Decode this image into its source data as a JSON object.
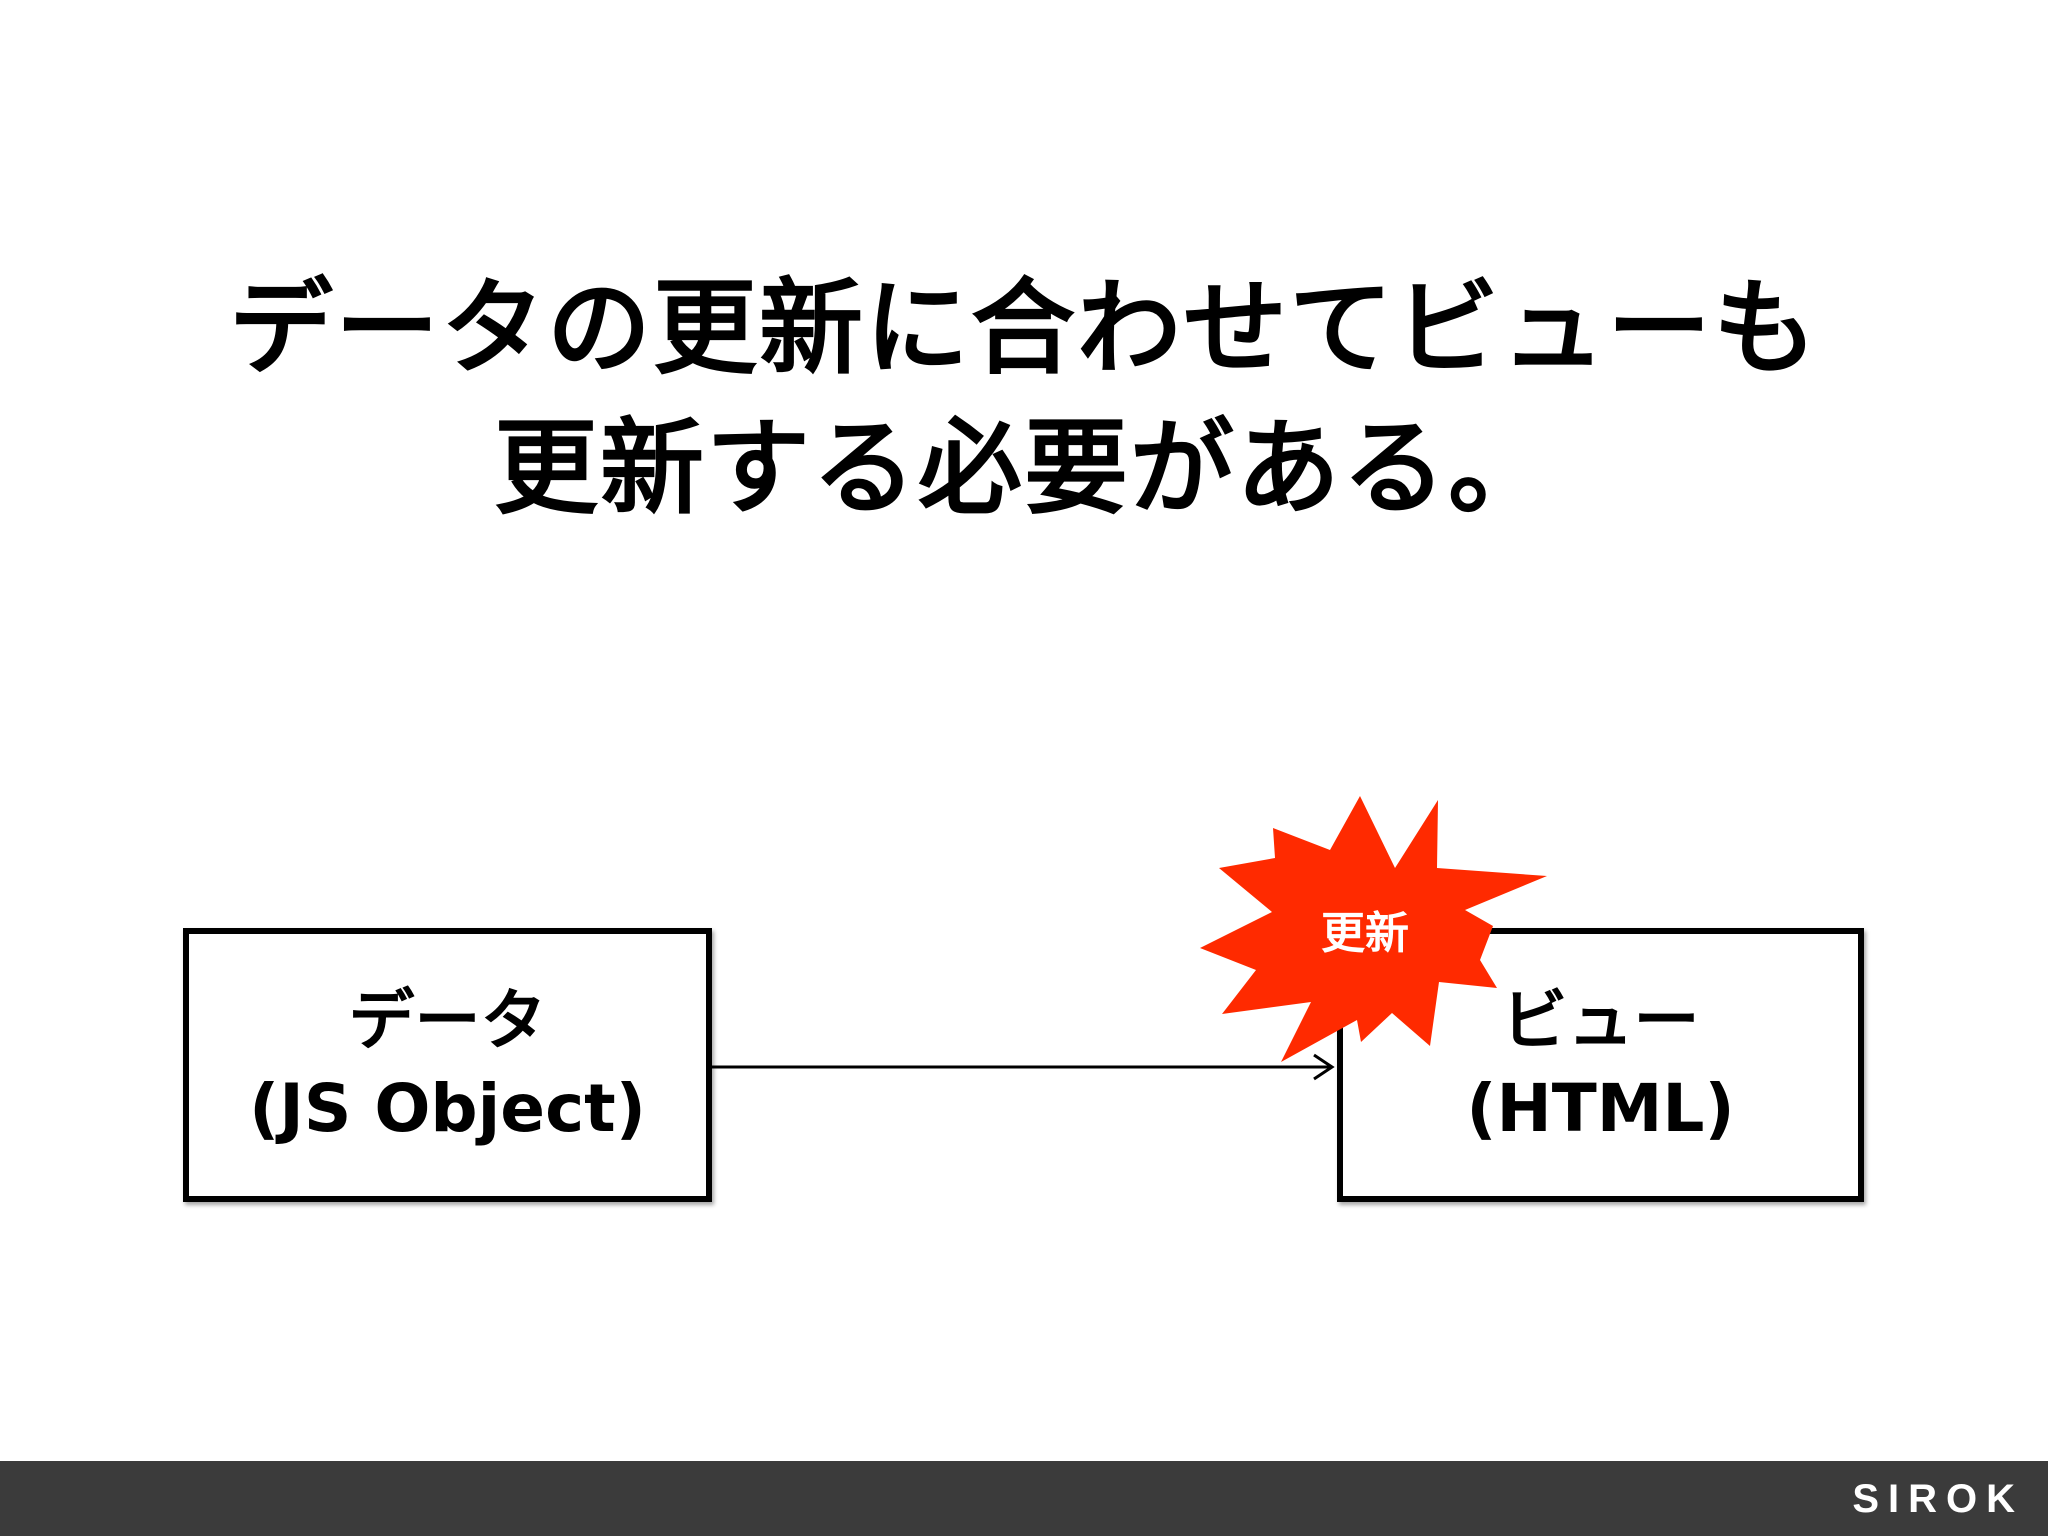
{
  "title": {
    "line1": "データの更新に合わせてビューも",
    "line2": "更新する必要がある。"
  },
  "data_box": {
    "line1": "データ",
    "line2": "(JS Object)"
  },
  "view_box": {
    "line1": "ビュー",
    "line2": "(HTML)"
  },
  "burst": {
    "label": "更新",
    "color": "#ff2a00"
  },
  "footer": {
    "logo": "SIROK",
    "background": "#3b3b3b"
  }
}
